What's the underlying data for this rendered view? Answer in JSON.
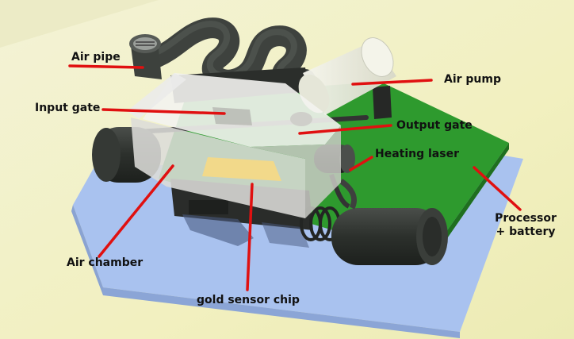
{
  "labels": {
    "air_pipe": "Air pipe",
    "air_pump": "Air pump",
    "input_gate": "Input gate",
    "output_gate": "Output gate",
    "heating_laser": "Heating laser",
    "processor_line1": "Processor",
    "processor_line2": "+ battery",
    "air_chamber": "Air chamber",
    "gold_sensor_chip": "gold sensor chip"
  },
  "colors": {
    "leader_line": "#e01010",
    "background": "#f3f2c8",
    "base_plate": "#9fb8e8",
    "circuit_board": "#2f9a2f",
    "pipe": "#3b3f3b",
    "chamber": "#e4e4e4",
    "sensor_chip": "#f1d98a"
  }
}
